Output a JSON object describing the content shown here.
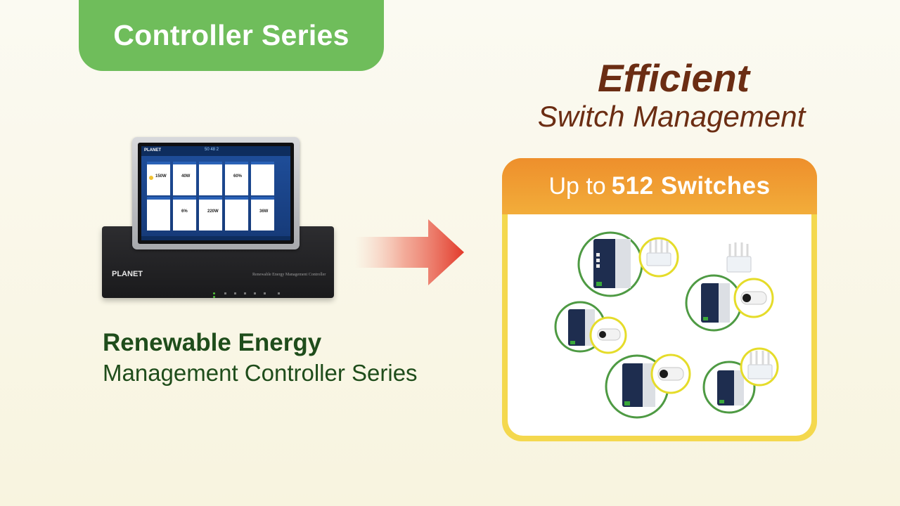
{
  "tag": {
    "label": "Controller Series"
  },
  "device": {
    "base_logo": "PLANET",
    "base_label": "Renewable Energy Management Controller",
    "screen_logo": "PLANET",
    "screen_counts": "50  48  2",
    "tiles": [
      "150W",
      "40W",
      "",
      "60%",
      "",
      "",
      "6%",
      "220W",
      "",
      "36W"
    ]
  },
  "caption": {
    "line1": "Renewable Energy",
    "line2": "Management Controller Series"
  },
  "headline": {
    "line1": "Efficient",
    "line2": "Switch Management"
  },
  "card": {
    "prefix": "Up to",
    "emphasis": "512 Switches"
  },
  "colors": {
    "tag_green": "#6fbd5b",
    "caption_green": "#1f4d1b",
    "headline_brown": "#6b2d13",
    "card_orange": "#ee8f2c",
    "card_yellow": "#f4d84e",
    "arrow_red": "#e23a2a"
  }
}
